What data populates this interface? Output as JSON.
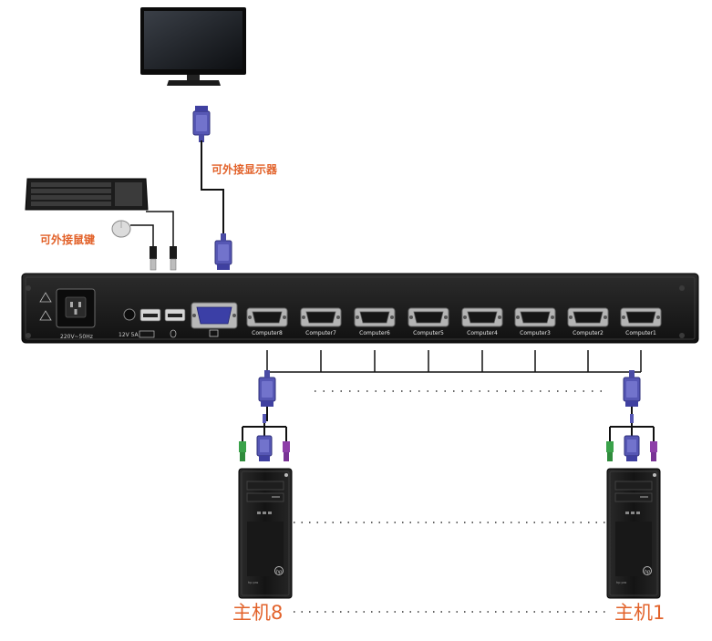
{
  "labels": {
    "monitor": "可外接显示器",
    "keyboard_mouse": "可外接鼠键",
    "host_left": "主机8",
    "host_right": "主机1"
  },
  "panel": {
    "power_rating": "220V~50Hz",
    "dc_input": "12V 5A",
    "computer_ports": [
      "Computer8",
      "Computer7",
      "Computer6",
      "Computer5",
      "Computer4",
      "Computer3",
      "Computer2",
      "Computer1"
    ]
  },
  "colors": {
    "label_orange": "#e2622a",
    "vga_blue": "#5657b4",
    "ps2_green": "#3aa24a",
    "ps2_purple": "#8d3fa8",
    "chassis": "#1b1b1b"
  },
  "icons": [
    "monitor-icon",
    "keyboard-icon",
    "mouse-icon",
    "vga-plug-icon",
    "usb-plug-icon",
    "pc-tower-icon",
    "hp-logo-icon"
  ]
}
